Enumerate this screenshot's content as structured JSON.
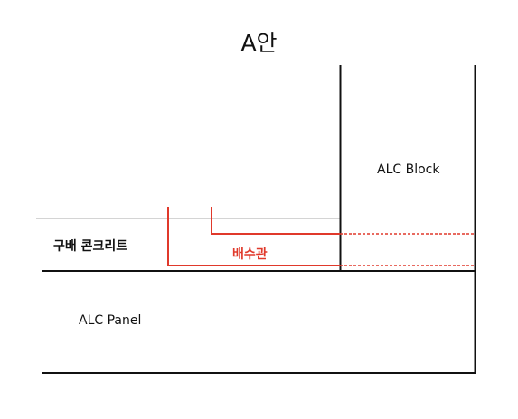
{
  "title": "A안",
  "labels": {
    "alc_block": "ALC Block",
    "topping_concrete": "구배 콘크리트",
    "drain_pipe": "배수관",
    "alc_panel": "ALC Panel"
  },
  "colors": {
    "structure_line": "#111111",
    "reference_line": "#aaaaaa",
    "pipe": "#e0392b",
    "text": "#111111"
  }
}
